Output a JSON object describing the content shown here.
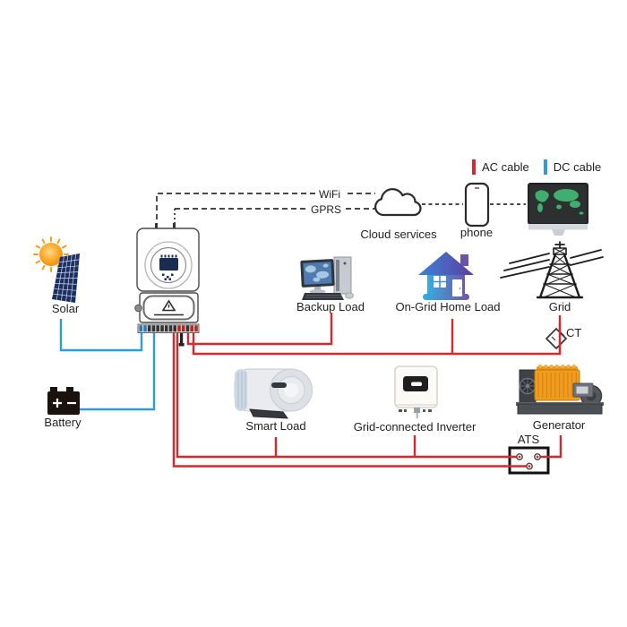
{
  "legend": {
    "items": [
      {
        "label": "AC cable"
      },
      {
        "label": "DC cable"
      }
    ]
  },
  "colors": {
    "ac": "#d9272e",
    "dc": "#2f9bd8",
    "line": "#2f2f2f"
  },
  "comm": {
    "wifi": "WiFi",
    "gprs": "GPRS",
    "cloud": "Cloud services",
    "phone": "phone"
  },
  "nodes": {
    "solar": {
      "label": "Solar"
    },
    "battery": {
      "label": "Battery"
    },
    "backup_load": {
      "label": "Backup Load"
    },
    "on_grid_home_load": {
      "label": "On-Grid Home Load"
    },
    "grid": {
      "label": "Grid"
    },
    "ct": {
      "label": "CT"
    },
    "smart_load": {
      "label": "Smart Load"
    },
    "grid_connected_inverter": {
      "label": "Grid-connected Inverter"
    },
    "generator": {
      "label": "Generator"
    },
    "ats": {
      "label": "ATS"
    }
  }
}
